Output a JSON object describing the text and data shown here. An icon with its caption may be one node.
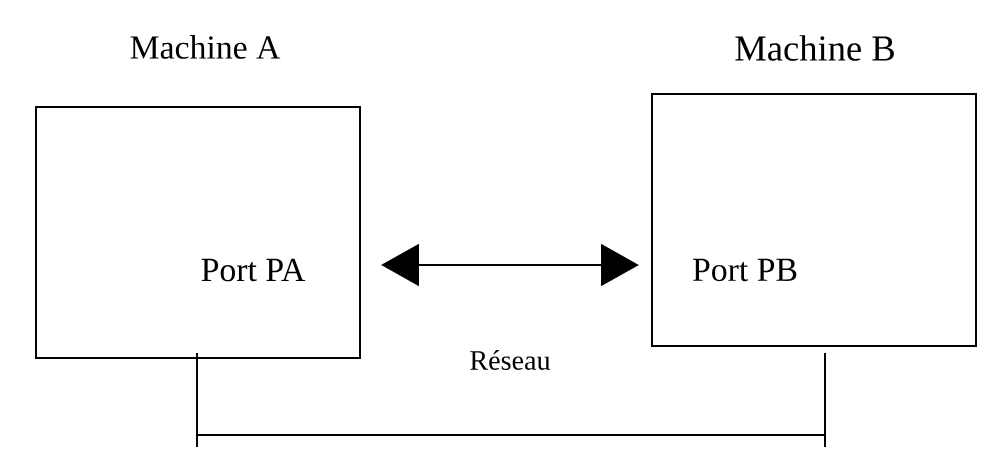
{
  "diagram": {
    "nodes": [
      {
        "text": [
          "Machine A",
          "Port PA"
        ]
      },
      {
        "text": [
          "Machine B",
          "Port PB"
        ]
      }
    ],
    "edges": [
      {
        "from": 0,
        "to": 1,
        "arrow": "both"
      },
      {
        "from": 0,
        "to": 1,
        "arrow": "none",
        "label": "Réseau"
      }
    ]
  }
}
